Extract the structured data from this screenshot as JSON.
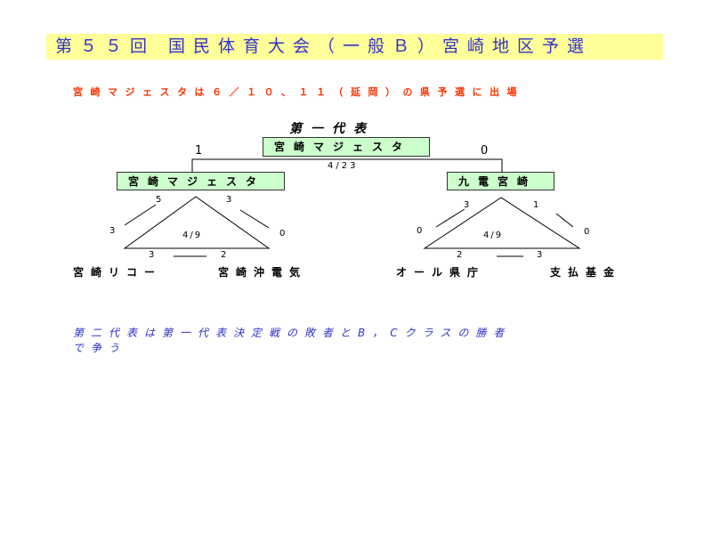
{
  "title": "第５５回 国民体育大会（一般Ｂ）宮崎地区予選",
  "subtitle": "宮崎マジェスタは６／１０、１１（延岡）の県予選に出場",
  "bracket": {
    "heading": "第一代表",
    "winner": "宮崎マジェスタ",
    "final": {
      "left_team": "宮崎マジェスタ",
      "right_team": "九電宮崎",
      "left_score": "1",
      "right_score": "0",
      "date": "4/23"
    },
    "left_group": {
      "date": "4/9",
      "teams": [
        "宮崎リコー",
        "宮崎沖電気"
      ],
      "scores": {
        "top_left": "5",
        "left": "3",
        "top_right": "3",
        "right": "0",
        "bottom_left": "3",
        "bottom_right": "2"
      }
    },
    "right_group": {
      "date": "4/9",
      "teams": [
        "オール県庁",
        "支払基金"
      ],
      "scores": {
        "top_left": "3",
        "left": "0",
        "top_right": "1",
        "right": "0",
        "bottom_left": "2",
        "bottom_right": "3"
      }
    }
  },
  "note_lines": [
    "第二代表は第一代表決定戦の敗者とB，Cクラスの勝者",
    "で争う"
  ]
}
